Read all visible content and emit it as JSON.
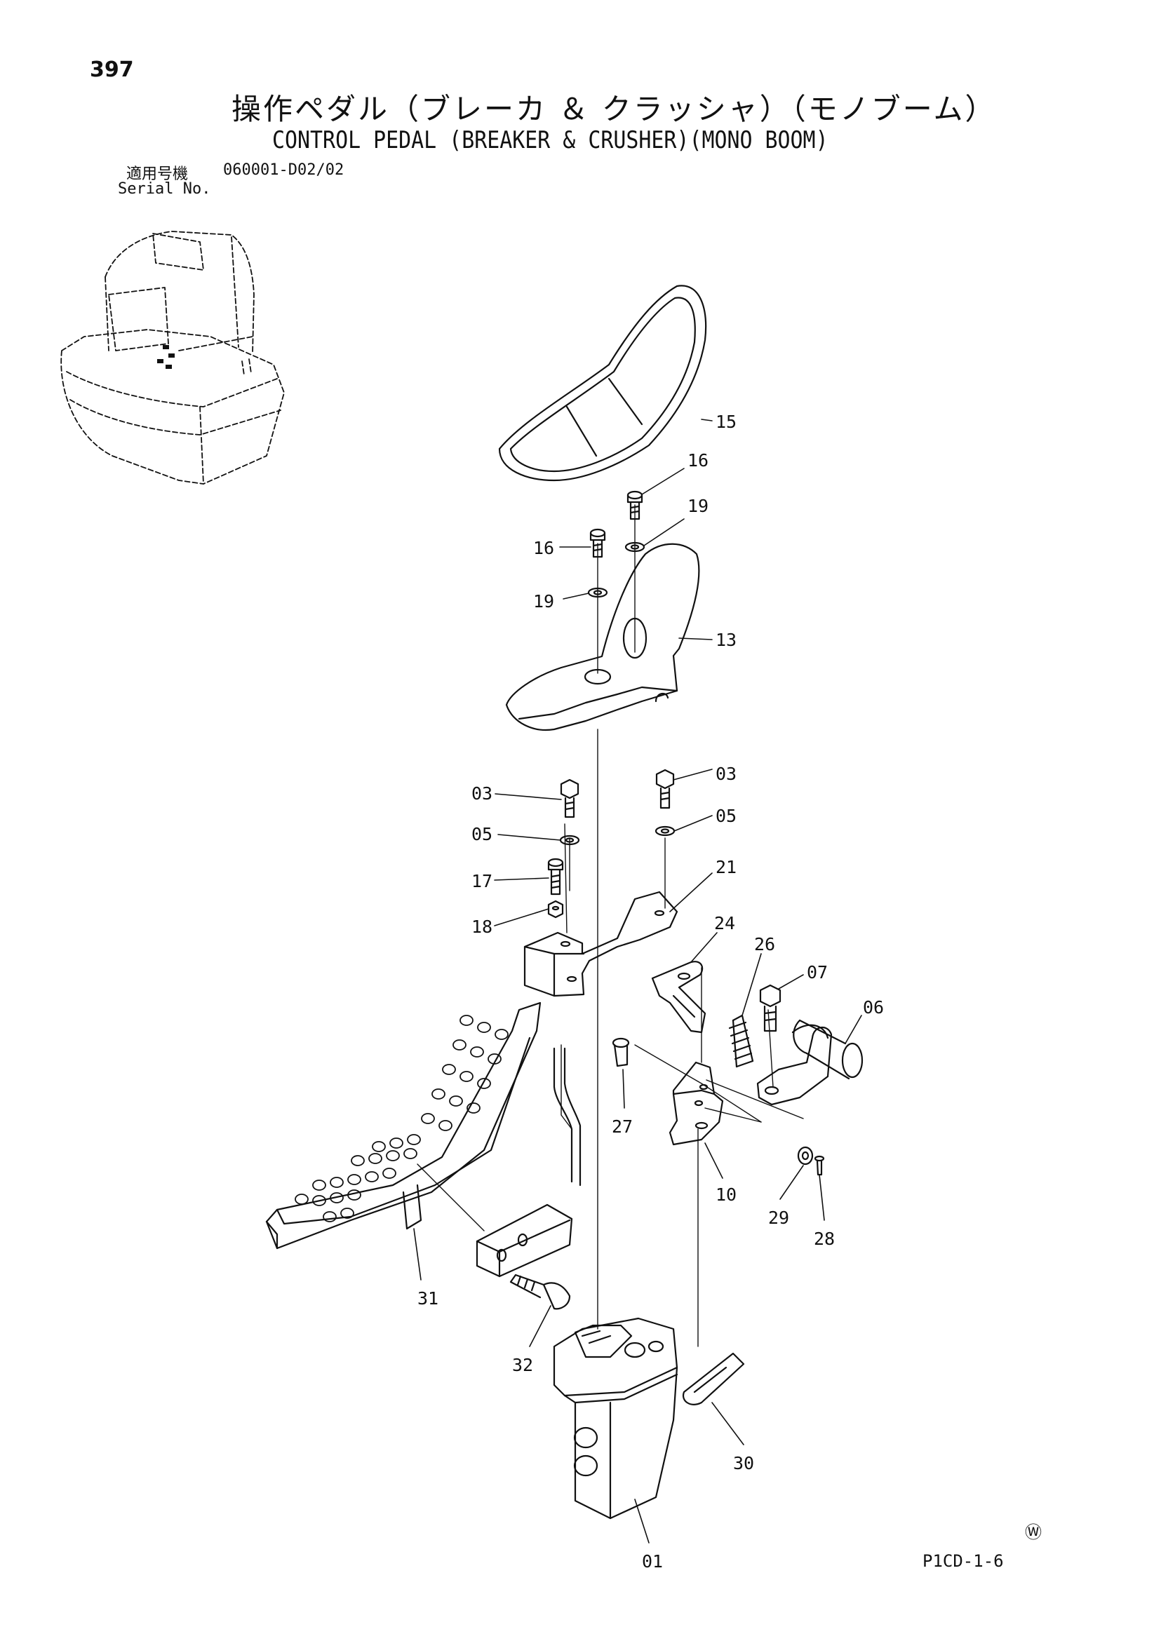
{
  "header": {
    "page_number": "397",
    "title_jp": "操作ペダル（ブレーカ ＆ クラッシャ）（モノブーム）",
    "title_en": "CONTROL PEDAL (BREAKER & CRUSHER)(MONO BOOM)",
    "serial_label_jp": "適用号機",
    "serial_value": "060001-D02/02",
    "serial_label_en": "Serial No."
  },
  "footer": {
    "mark": "Ⓦ",
    "page_ref": "P1CD-1-6"
  },
  "callouts": [
    {
      "id": "15",
      "label": "15"
    },
    {
      "id": "16a",
      "label": "16"
    },
    {
      "id": "19a",
      "label": "19"
    },
    {
      "id": "16b",
      "label": "16"
    },
    {
      "id": "19b",
      "label": "19"
    },
    {
      "id": "13",
      "label": "13"
    },
    {
      "id": "03a",
      "label": "03"
    },
    {
      "id": "03b",
      "label": "03"
    },
    {
      "id": "05a",
      "label": "05"
    },
    {
      "id": "05b",
      "label": "05"
    },
    {
      "id": "21",
      "label": "21"
    },
    {
      "id": "17",
      "label": "17"
    },
    {
      "id": "18",
      "label": "18"
    },
    {
      "id": "24",
      "label": "24"
    },
    {
      "id": "26",
      "label": "26"
    },
    {
      "id": "07",
      "label": "07"
    },
    {
      "id": "06",
      "label": "06"
    },
    {
      "id": "27",
      "label": "27"
    },
    {
      "id": "10",
      "label": "10"
    },
    {
      "id": "29",
      "label": "29"
    },
    {
      "id": "28",
      "label": "28"
    },
    {
      "id": "31",
      "label": "31"
    },
    {
      "id": "32",
      "label": "32"
    },
    {
      "id": "30",
      "label": "30"
    },
    {
      "id": "01",
      "label": "01"
    }
  ]
}
